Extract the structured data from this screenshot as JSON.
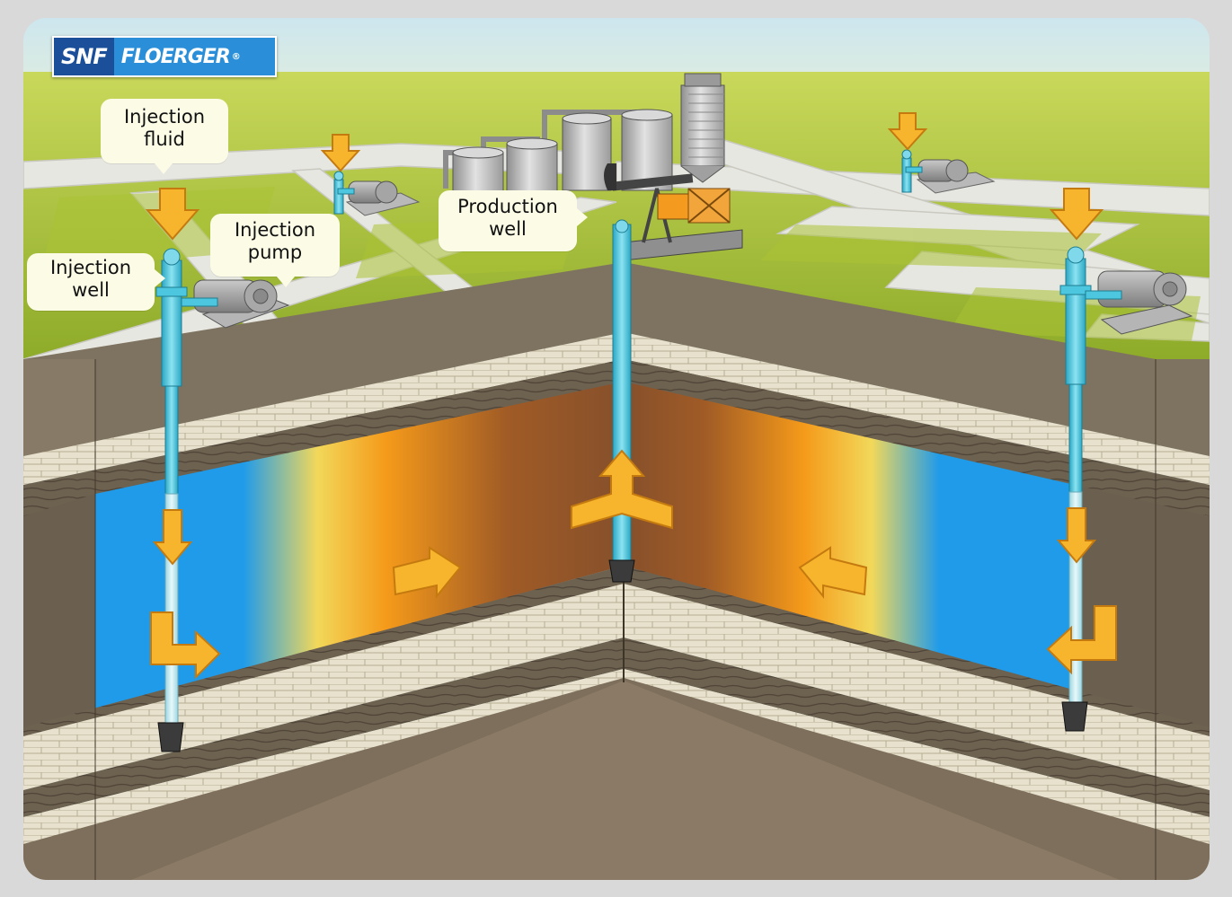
{
  "logo": {
    "part1": "SNF",
    "part2": "FLOERGER",
    "mark": "®"
  },
  "labels": {
    "injection_fluid": [
      "Injection",
      "fluid"
    ],
    "injection_pump": [
      "Injection",
      "pump"
    ],
    "injection_well": [
      "Injection",
      "well"
    ],
    "production_well": [
      "Production",
      "well"
    ]
  },
  "colors": {
    "water": "#1f9bea",
    "oil": "#8a4f2c",
    "front": "#f5a21a",
    "pipe": "#4dc6df",
    "arrow": "#f6b52c",
    "field": "#9fb82a",
    "road": "#e6e6e0",
    "logo_dark": "#1b4f9a",
    "logo_light": "#2a8fd8"
  },
  "icons": [
    "down-arrow-icon",
    "right-arrow-icon",
    "left-arrow-icon",
    "up-arrow-icon",
    "tank-icon",
    "pump-icon",
    "pumpjack-icon",
    "silo-icon"
  ]
}
